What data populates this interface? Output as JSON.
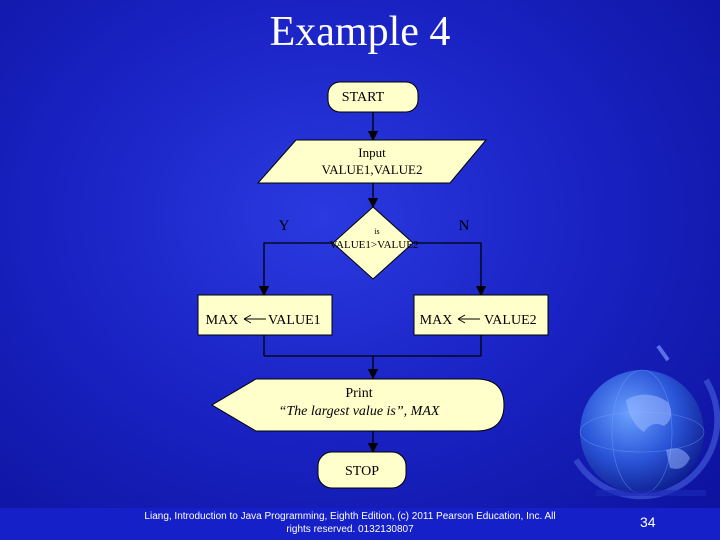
{
  "slide": {
    "title": "Example 4",
    "footer_line1": "Liang, Introduction to Java Programming, Eighth Edition, (c) 2011 Pearson Education, Inc. All",
    "footer_line2": "rights reserved. 0132130807",
    "page_number": "34"
  },
  "flowchart": {
    "start": "START",
    "input_line1": "Input",
    "input_line2": "VALUE1,VALUE2",
    "decision_line1": "is",
    "decision_line2": "VALUE1>VALUE2",
    "yes_label": "Y",
    "no_label": "N",
    "assign_left_var": "MAX",
    "assign_left_value": "VALUE1",
    "assign_right_var": "MAX",
    "assign_right_value": "VALUE2",
    "print_line1": "Print",
    "print_line2": "“The largest value is”, MAX",
    "stop": "STOP"
  },
  "colors": {
    "node_fill": "#ffffcc",
    "background": "#1a23c4",
    "line": "#000000"
  }
}
